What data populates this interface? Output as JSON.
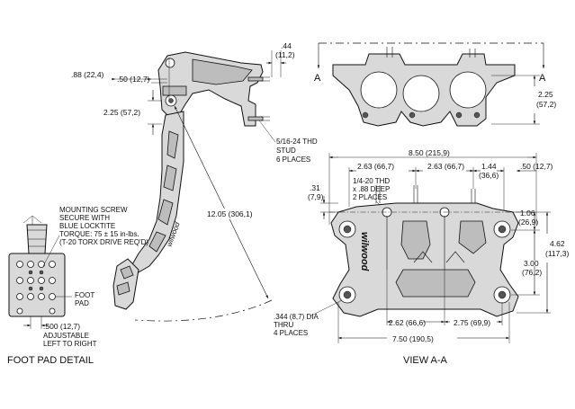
{
  "side_view": {
    "dim_top": ".44",
    "dim_top_mm": "(11,2)",
    "dim_left_a": ".88 (22,4)",
    "dim_left_b": ".50 (12,7)",
    "dim_height": "2.25 (57,2)",
    "dim_length": "12.05 (306,1)",
    "stud_note": [
      "5/16-24 THD",
      "STUD",
      "6 PLACES"
    ],
    "pedal_logo": "wilwood"
  },
  "foot_pad_detail": {
    "mount_note": [
      "MOUNTING SCREW",
      "SECURE WITH",
      "BLUE LOCKTITE",
      "TORQUE: 75 ± 15 in-lbs.",
      "(T-20 TORX DRIVE REQ'D)"
    ],
    "foot_pad_label": [
      "FOOT",
      "PAD"
    ],
    "adjust_dim": ".500 (12,7)",
    "adjust_note": [
      "ADJUSTABLE",
      "LEFT TO RIGHT"
    ],
    "caption": "FOOT PAD DETAIL"
  },
  "top_view": {
    "section_mark": "A",
    "dim_height": "2.25",
    "dim_height_mm": "(57,2)"
  },
  "view_aa": {
    "dim_total_width": "8.50 (215,9)",
    "dim_spacing_left": "2.63 (66,7)",
    "dim_spacing_right": "2.63 (66,7)",
    "dim_offset": "1.44",
    "dim_offset_mm": "(36,6)",
    "dim_edge": ".50 (12,7)",
    "dim_small": ".31",
    "dim_small_mm": "(7,9)",
    "thread_note": [
      "1/4-20 THD",
      "x .88 DEEP",
      "2 PLACES"
    ],
    "dim_top_hole": "1.06",
    "dim_top_hole_mm": "(26,9)",
    "dim_overall_h": "4.62",
    "dim_overall_h_mm": "(117,3)",
    "dim_hole_v": "3.00",
    "dim_hole_v_mm": "(76,2)",
    "dim_bottom_left": "2.62 (66,6)",
    "dim_bottom_right": "2.75 (69,9)",
    "dim_base_width": "7.50 (190,5)",
    "hole_note": [
      ".344 (8,7) DIA",
      "THRU",
      "4 PLACES"
    ],
    "plate_logo": "wilwood",
    "caption": "VIEW A-A"
  }
}
